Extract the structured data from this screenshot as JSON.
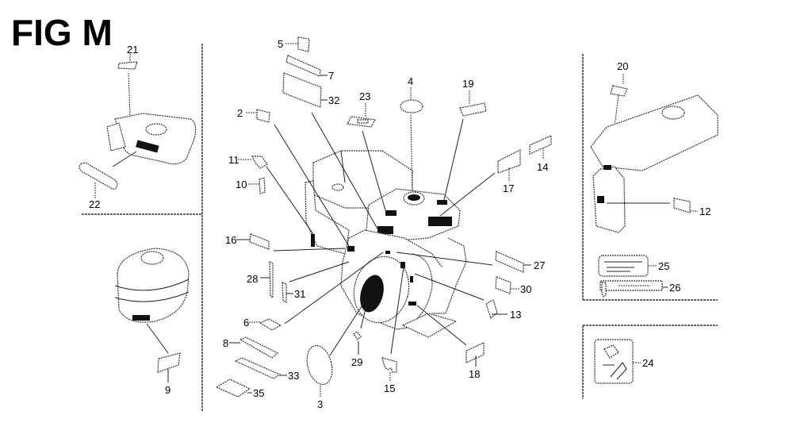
{
  "title": "FIG M",
  "callouts": [
    {
      "id": "21",
      "text": "21"
    },
    {
      "id": "22",
      "text": "22"
    },
    {
      "id": "9",
      "text": "9"
    },
    {
      "id": "5",
      "text": "5"
    },
    {
      "id": "7",
      "text": "7"
    },
    {
      "id": "32",
      "text": "32"
    },
    {
      "id": "2",
      "text": "2"
    },
    {
      "id": "23",
      "text": "23"
    },
    {
      "id": "4",
      "text": "4"
    },
    {
      "id": "19",
      "text": "19"
    },
    {
      "id": "11",
      "text": "11"
    },
    {
      "id": "10",
      "text": "10"
    },
    {
      "id": "17",
      "text": "17"
    },
    {
      "id": "14",
      "text": "14"
    },
    {
      "id": "16",
      "text": "16"
    },
    {
      "id": "27",
      "text": "27"
    },
    {
      "id": "28",
      "text": "28"
    },
    {
      "id": "31",
      "text": "31"
    },
    {
      "id": "30",
      "text": "30"
    },
    {
      "id": "13",
      "text": "13"
    },
    {
      "id": "6",
      "text": "6"
    },
    {
      "id": "8",
      "text": "8"
    },
    {
      "id": "29",
      "text": "29"
    },
    {
      "id": "15",
      "text": "15"
    },
    {
      "id": "18",
      "text": "18"
    },
    {
      "id": "33",
      "text": "33"
    },
    {
      "id": "35",
      "text": "35"
    },
    {
      "id": "3",
      "text": "3"
    },
    {
      "id": "20",
      "text": "20"
    },
    {
      "id": "12",
      "text": "12"
    },
    {
      "id": "25",
      "text": "25"
    },
    {
      "id": "26",
      "text": "26"
    },
    {
      "id": "24",
      "text": "24"
    }
  ]
}
